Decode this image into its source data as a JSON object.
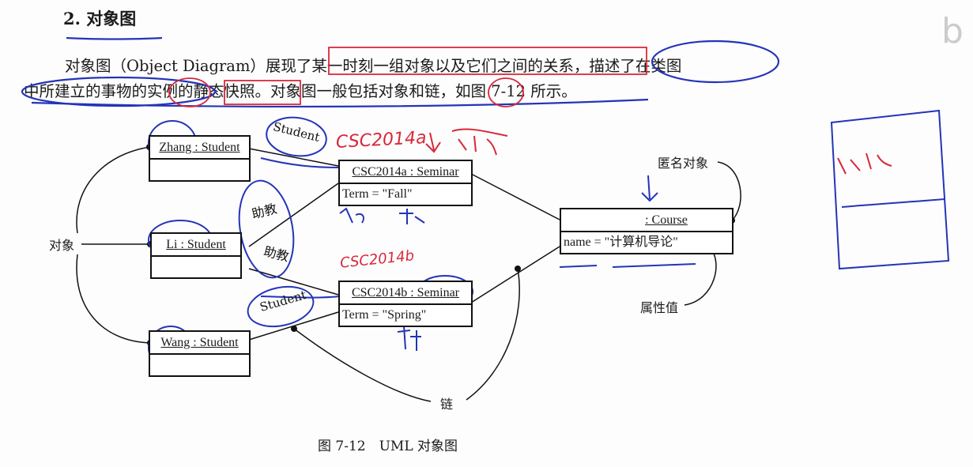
{
  "section": {
    "number": "2.",
    "title": "对象图"
  },
  "paragraph": {
    "line1": "对象图（Object Diagram）展现了某一时刻一组对象以及它们之间的关系，描述了在类图",
    "line2": "中所建立的事物的实例的静态快照。对象图一般包括对象和链，如图 7-12 所示。"
  },
  "diagram": {
    "objects": {
      "zhang": {
        "name": "Zhang : Student"
      },
      "li": {
        "name": "Li : Student"
      },
      "wang": {
        "name": "Wang : Student"
      },
      "seminar_a": {
        "name": "CSC2014a : Seminar",
        "attr": "Term = \"Fall\""
      },
      "seminar_b": {
        "name": "CSC2014b : Seminar",
        "attr": "Term = \"Spring\""
      },
      "course": {
        "name": ": Course",
        "attr": "name = \"计算机导论\""
      }
    },
    "labels": {
      "object": "对象",
      "anonymous_object": "匿名对象",
      "attribute_value": "属性值",
      "link": "链"
    }
  },
  "caption": "图 7-12　UML 对象图",
  "annotations": {
    "student_1": "Student",
    "student_2": "Student",
    "assistant_1": "助教",
    "assistant_2": "助教",
    "csc2014a": "CSC2014a",
    "csc2014b": "CSC2014b",
    "question": "?",
    "colors": {
      "blue": "#2434b8",
      "red": "#d8283a"
    }
  }
}
